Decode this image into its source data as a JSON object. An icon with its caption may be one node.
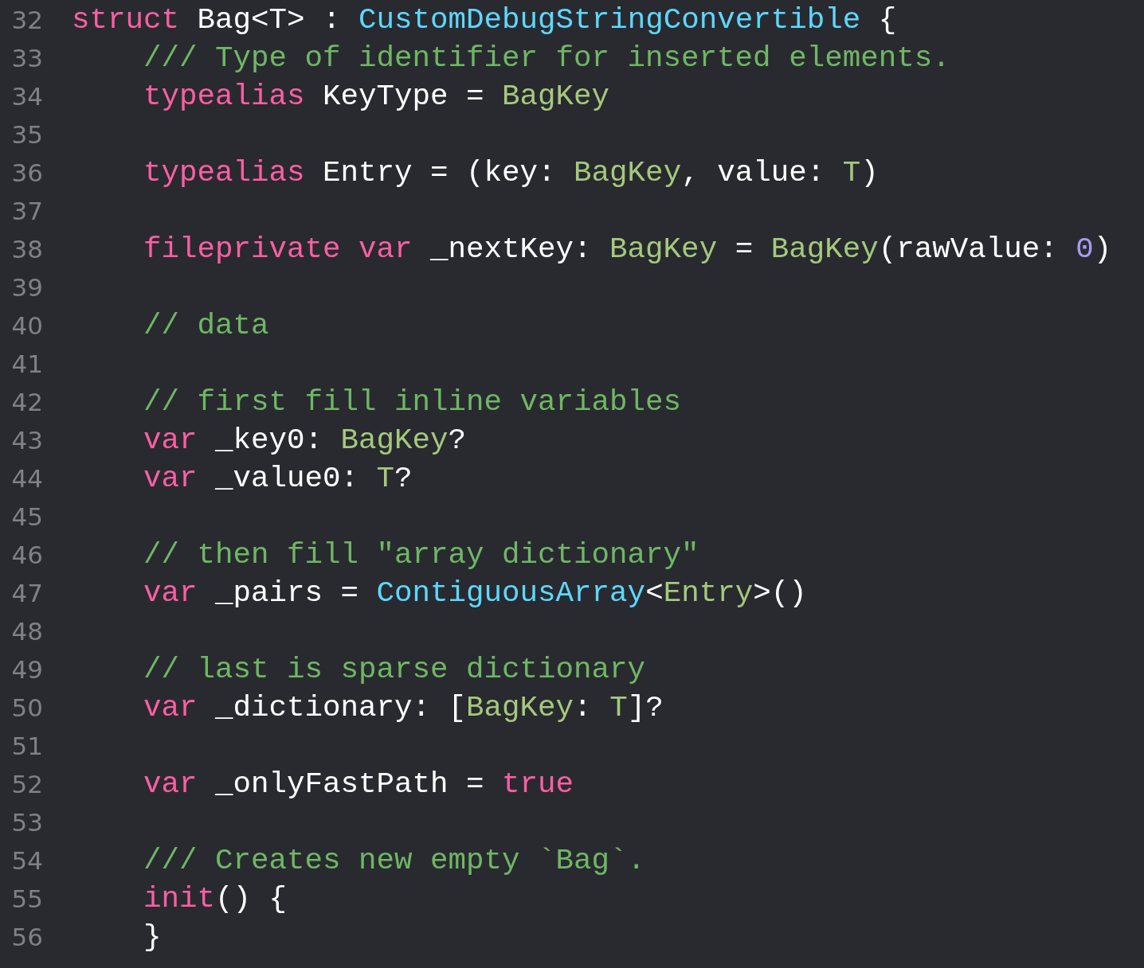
{
  "diagram": {
    "labels": [
      "32",
      "struct Bag<T> : CustomDebugStringConvertible {",
      "33",
      "/// Type of identifier for inserted elements.",
      "34",
      "typealias KeyType = BagKey",
      "35",
      "36",
      "typealias Entry = (key: BagKey, value: T)",
      "37",
      "38",
      "fileprivate var _nextKey: BagKey = BagKey(rawValue: 0)",
      "39",
      "40",
      "// data",
      "41",
      "42",
      "// first fill inline variables",
      "43",
      "var _key0: BagKey?",
      "44",
      "var _value0: T?",
      "45",
      "46",
      "// then fill \"array dictionary\"",
      "47",
      "var _pairs = ContiguousArray<Entry>()",
      "48",
      "49",
      "// last is sparse dictionary",
      "50",
      "var _dictionary: [BagKey: T]?",
      "51",
      "52",
      "var _onlyFastPath = true",
      "53",
      "54",
      "/// Creates new empty `Bag`.",
      "55",
      "init() {",
      "56",
      "}"
    ]
  }
}
